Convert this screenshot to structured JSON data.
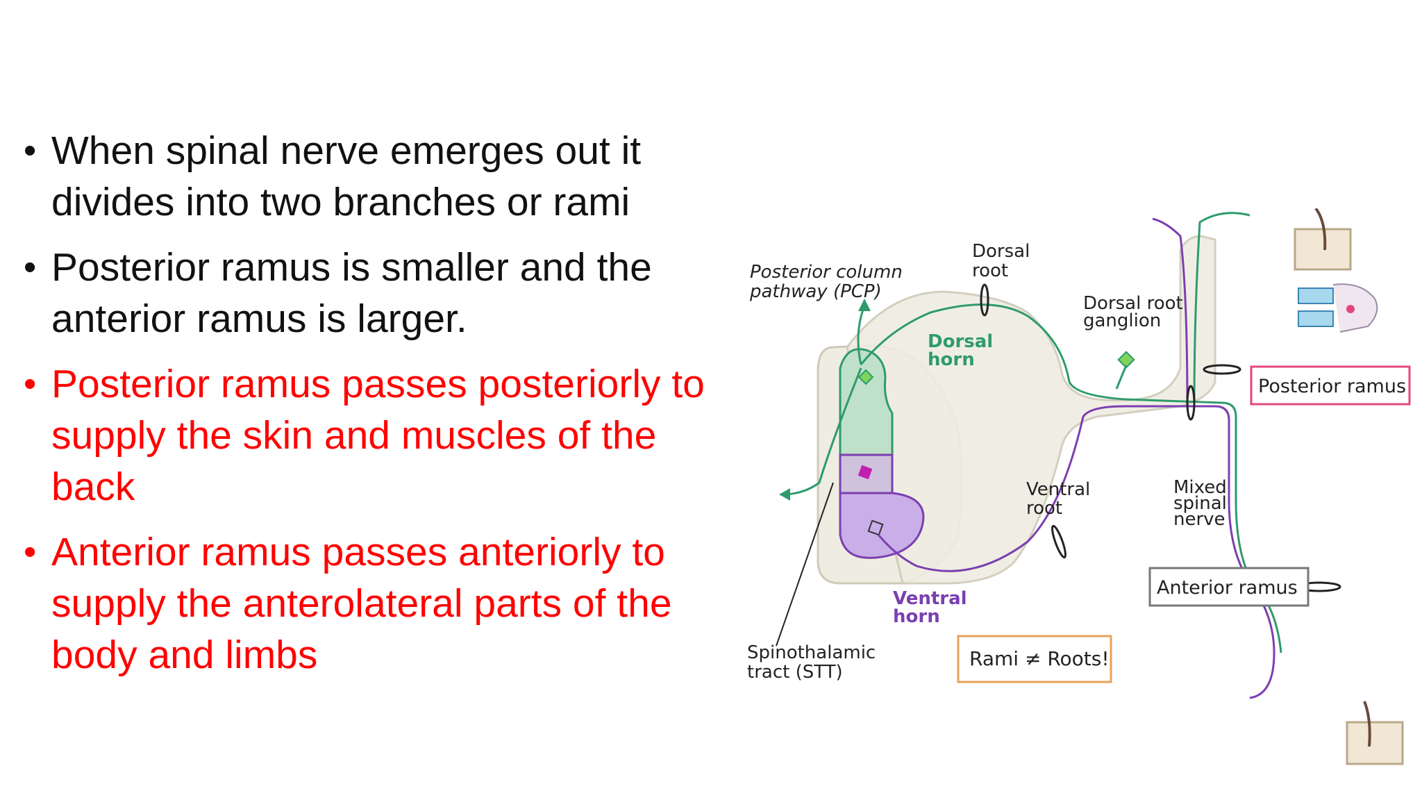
{
  "bullets": [
    {
      "text": "When spinal nerve emerges out it divides into two branches or rami",
      "color": "#111111"
    },
    {
      "text": "Posterior ramus is smaller and the anterior ramus is larger.",
      "color": "#111111"
    },
    {
      "text": "Posterior ramus passes posteriorly to supply the skin and muscles of the back",
      "color": "#ff0000"
    },
    {
      "text": "Anterior ramus passes anteriorly to supply the anterolateral parts of the body and limbs",
      "color": "#ff0000"
    }
  ],
  "diagram": {
    "labels": {
      "pcp_line1": "Posterior column",
      "pcp_line2": "pathway (PCP)",
      "dorsal_root_line1": "Dorsal",
      "dorsal_root_line2": "root",
      "drg_line1": "Dorsal root",
      "drg_line2": "ganglion",
      "dorsal_horn_line1": "Dorsal",
      "dorsal_horn_line2": "horn",
      "ventral_root_line1": "Ventral",
      "ventral_root_line2": "root",
      "mixed_line1": "Mixed",
      "mixed_line2": "spinal",
      "mixed_line3": "nerve",
      "posterior_ramus": "Posterior ramus",
      "anterior_ramus": "Anterior ramus",
      "ventral_horn_line1": "Ventral",
      "ventral_horn_line2": "horn",
      "stt_line1": "Spinothalamic",
      "stt_line2": "tract (STT)",
      "rami_roots": "Rami ≠ Roots!"
    },
    "colors": {
      "sensory": "#2e9b6b",
      "motor": "#7b3fb0",
      "cord_fill": "#efede2",
      "cord_stroke": "#cfcab8",
      "posterior_box": "#e3467e",
      "anterior_box": "#777777",
      "rami_box": "#e8a15a"
    }
  }
}
